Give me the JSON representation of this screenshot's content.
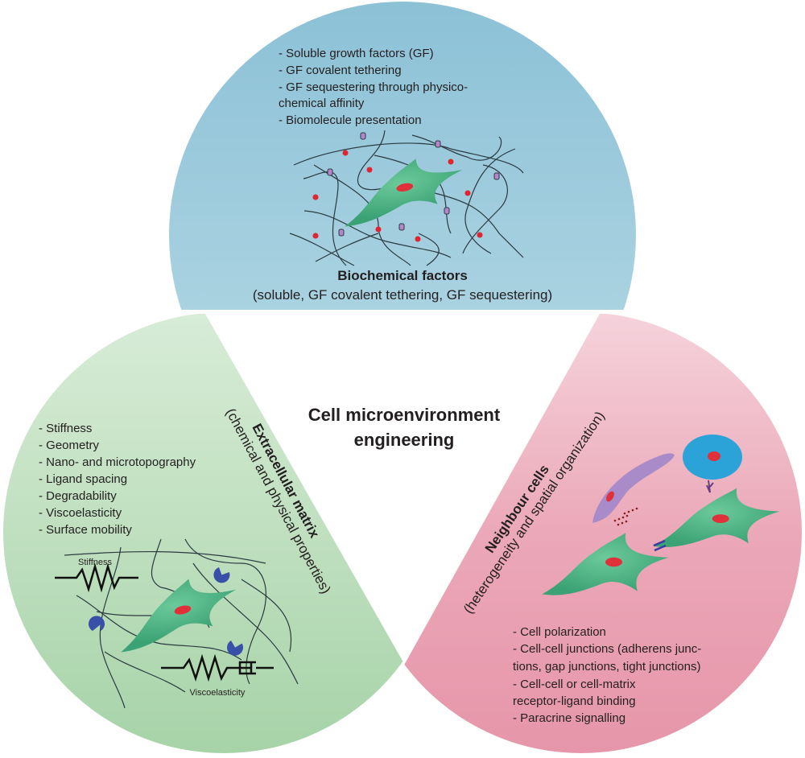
{
  "center_title": {
    "line1": "Cell microenvironment",
    "line2": "engineering"
  },
  "biochemical": {
    "items": [
      "- Soluble growth factors (GF)",
      "- GF covalent tethering",
      "- GF sequestering through physico-",
      "chemical affinity",
      "- Biomolecule presentation"
    ],
    "title": "Biochemical factors",
    "subtitle": "(soluble, GF covalent tethering, GF sequestering)"
  },
  "ecm": {
    "items": [
      "- Stiffness",
      "- Geometry",
      "- Nano- and microtopography",
      "- Ligand spacing",
      "- Degradability",
      "- Viscoelasticity",
      "- Surface mobility"
    ],
    "title": "Extracellular matrix",
    "subtitle": "(chemical and physical properties)",
    "stiffness_label": "Stiffness",
    "viscoelasticity_label": "Viscoelasticity"
  },
  "neighbour": {
    "items": [
      "- Cell polarization",
      "- Cell-cell junctions (adherens junc-",
      "tions, gap junctions, tight junctions)",
      "- Cell-cell or cell-matrix",
      "receptor-ligand binding",
      "- Paracrine signalling"
    ],
    "title": "Neighbour cells",
    "subtitle": "(heterogeneity and spatial organization)"
  },
  "colors": {
    "biochemical_sector": "#9cc9da",
    "ecm_sector": "#bcdcbc",
    "neighbour_sector": "#eaa7b6",
    "cell": "#4fb784",
    "nucleus": "#e0303a",
    "growth_factor_dot": "#e02430",
    "tethered_molecule": "#b585c9",
    "degradation_enzyme": "#3850a8",
    "polarized_cell": "#a88bc8",
    "round_cell": "#2ca3d8"
  }
}
